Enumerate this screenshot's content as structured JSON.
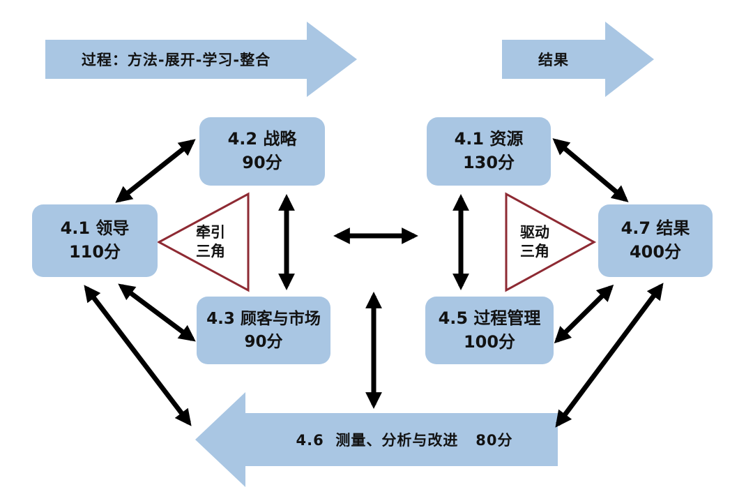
{
  "top_arrows": {
    "process": {
      "label": "过程：方法-展开-学习-整合"
    },
    "result": {
      "label": "结果"
    }
  },
  "boxes": {
    "leadership": {
      "title": "4.1 领导",
      "score": "110分"
    },
    "strategy": {
      "title": "4.2 战略",
      "score": "90分"
    },
    "customers": {
      "title": "4.3 顾客与市场",
      "score": "90分"
    },
    "resources": {
      "title": "4.1 资源",
      "score": "130分"
    },
    "process_mgmt": {
      "title": "4.5 过程管理",
      "score": "100分"
    },
    "results": {
      "title": "4.7 结果",
      "score": "400分"
    }
  },
  "triangles": {
    "traction": {
      "line1": "牵引",
      "line2": "三角"
    },
    "driving": {
      "line1": "驱动",
      "line2": "三角"
    }
  },
  "bottom_arrow": {
    "label": "4.6  测量、分析与改进   80分"
  },
  "colors": {
    "box_fill": "#a9c6e3",
    "arrow_fill": "#a9c6e3",
    "triangle_border": "#8e2a33",
    "connector": "#000000",
    "text": "#121212",
    "background": "#ffffff"
  }
}
